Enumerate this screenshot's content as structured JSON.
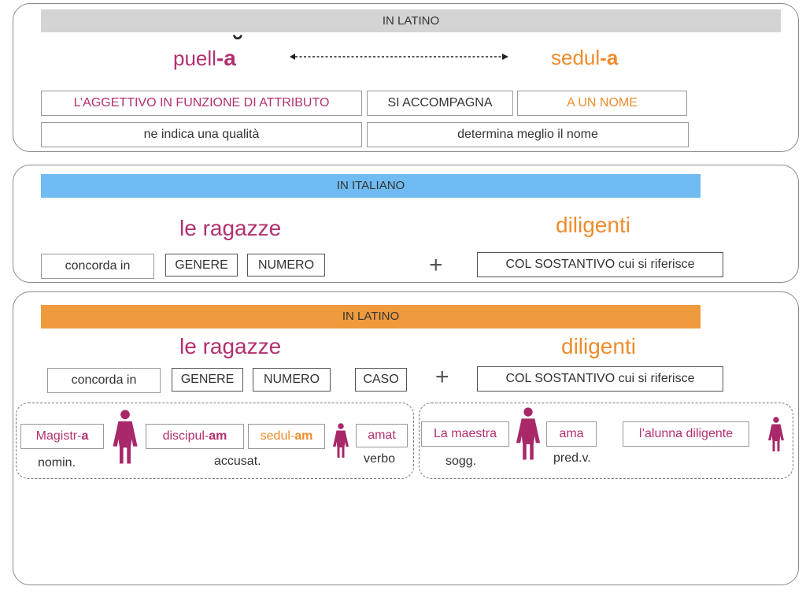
{
  "colors": {
    "magenta": "#b2306f",
    "orange": "#ee8c2c",
    "gray_bar": "#d4d4d4",
    "blue_bar": "#6fbbf2",
    "orange_bar": "#ef9a3c",
    "female_icon": "#a8286a"
  },
  "latino1": {
    "header": "IN LATINO",
    "noun": {
      "stem": "puell",
      "ending": "-a",
      "breve": "˘"
    },
    "adjective": {
      "stem": "sedul",
      "ending": "-a"
    },
    "row1": [
      "L’AGGETTIVO IN FUNZIONE DI ATTRIBUTO",
      "SI ACCOMPAGNA",
      "A UN NOME"
    ],
    "row2": [
      "ne indica una qualità",
      "determina meglio il nome"
    ]
  },
  "italiano": {
    "header": "IN ITALIANO",
    "noun": "le ragazze",
    "adjective": "diligenti",
    "concorda": "concorda in",
    "genere": "GENERE",
    "numero": "NUMERO",
    "plus": "+",
    "col": "COL SOSTANTIVO  cui si riferisce"
  },
  "latino2": {
    "header": "IN LATINO",
    "noun": "le ragazze",
    "adjective": "diligenti",
    "concorda": "concorda in",
    "genere": "GENERE",
    "numero": "NUMERO",
    "caso": "CASO",
    "plus": "+",
    "col": "COL SOSTANTIVO  cui si riferisce",
    "latin_example": {
      "w1_stem": "Magistr-",
      "w1_end": "a",
      "w2_stem": "discipul-",
      "w2_end": "am",
      "w3_stem": "sedul-",
      "w3_end": "am",
      "w4": "amat",
      "lbl_nomin": "nomin.",
      "lbl_accusat": "accusat.",
      "lbl_verbo": "verbo"
    },
    "italian_example": {
      "w1": "La maestra",
      "w2": "ama",
      "w3": "l’alunna diligente",
      "lbl_sogg": "sogg.",
      "lbl_pred": "pred.v."
    },
    "icon_name": "female-person-icon"
  }
}
